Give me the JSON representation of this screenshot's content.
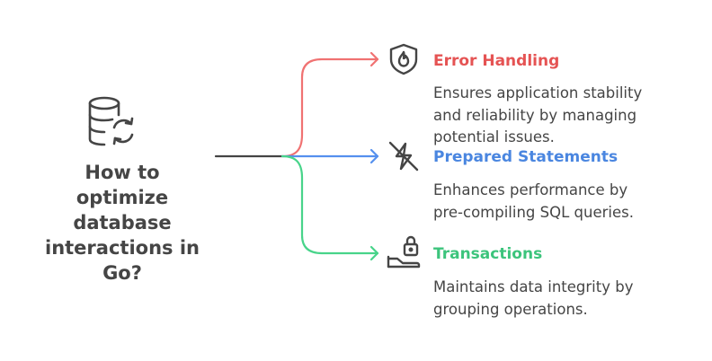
{
  "diagram": {
    "central_topic": {
      "icon": "database-sync-icon",
      "lines": [
        "How to",
        "optimize",
        "database",
        "interactions in",
        "Go?"
      ]
    },
    "branches": [
      {
        "title": "Error Handling",
        "icon": "shield-fire-icon",
        "color": "#E55353",
        "line_color": "#F07272",
        "description_lines": [
          "Ensures application stability",
          "and reliability by managing",
          "potential issues."
        ]
      },
      {
        "title": "Prepared Statements",
        "icon": "lightning-off-icon",
        "color": "#4A86E0",
        "line_color": "#5590EE",
        "description_lines": [
          "Enhances performance by",
          "pre-compiling SQL queries."
        ]
      },
      {
        "title": "Transactions",
        "icon": "hand-lock-icon",
        "color": "#3CC47C",
        "line_color": "#48D48A",
        "description_lines": [
          "Maintains data integrity by",
          "grouping operations."
        ]
      }
    ],
    "trunk_color": "#444444"
  }
}
